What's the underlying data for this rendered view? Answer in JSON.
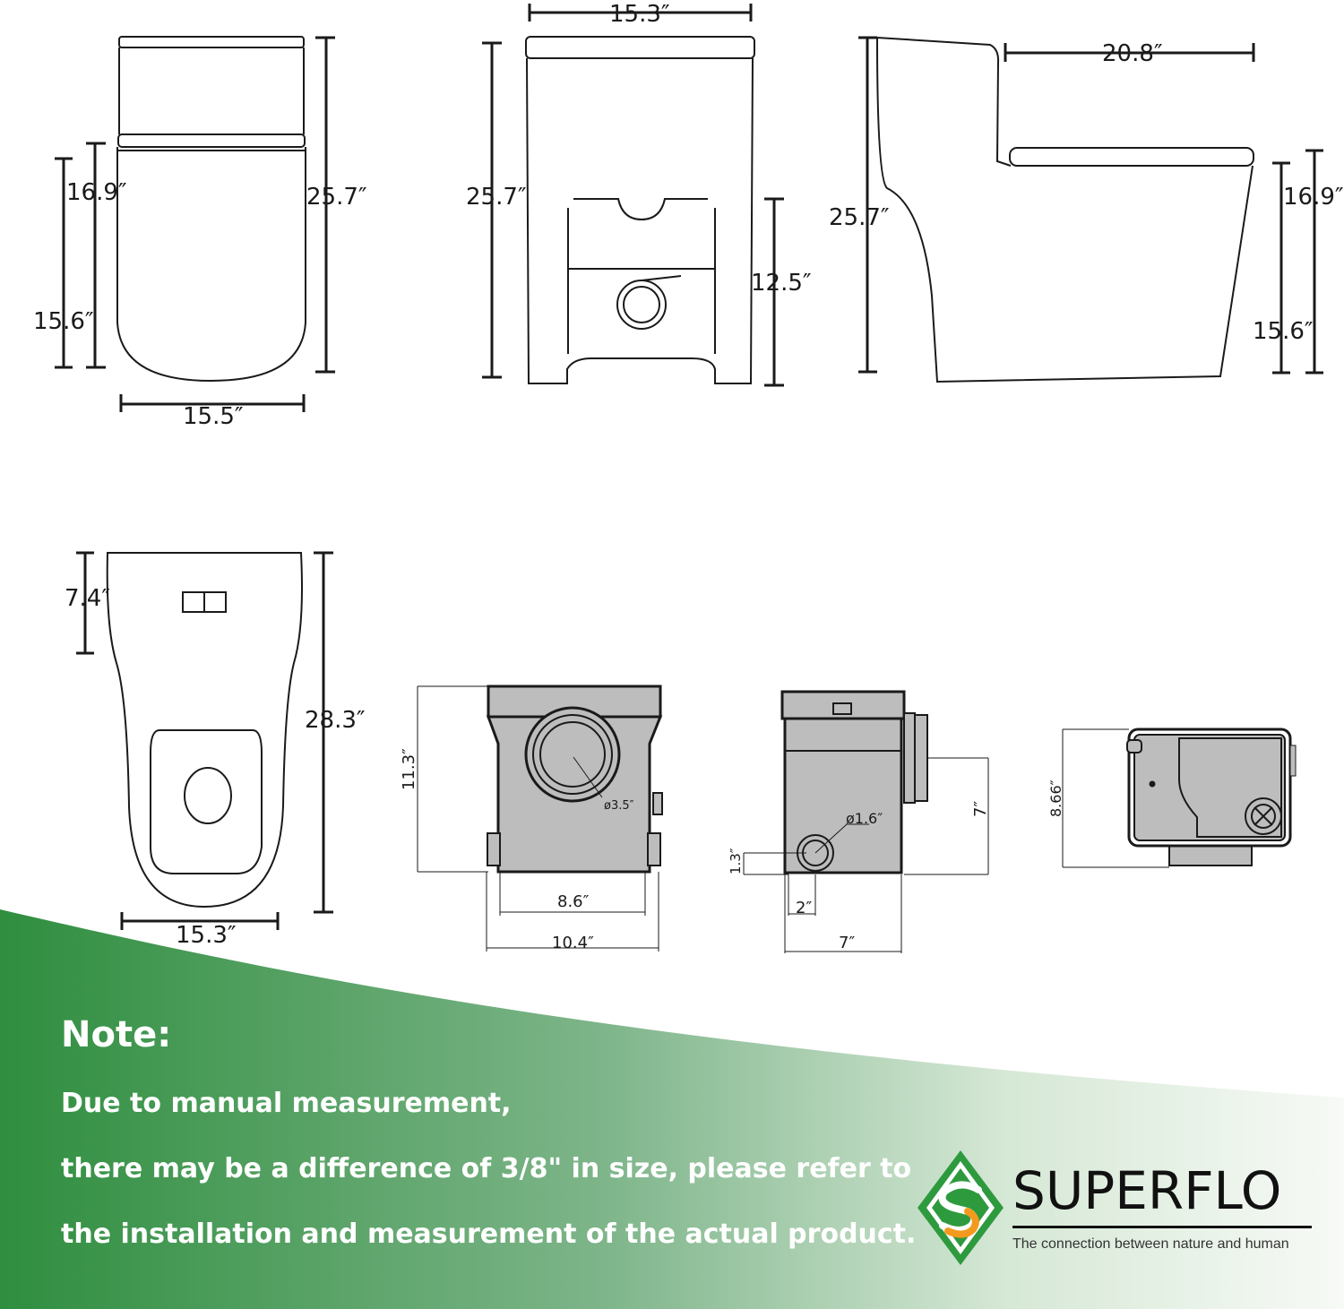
{
  "views": {
    "front": {
      "top_height": "16.9″",
      "bowl_height": "15.6″",
      "total_height": "25.7″",
      "width": "15.5″"
    },
    "rear": {
      "width": "15.3″",
      "total_height": "25.7″",
      "outlet_height": "12.5″"
    },
    "side": {
      "depth": "20.8″",
      "total_height": "25.7″",
      "seat_height": "16.9″",
      "bowl_height": "15.6″"
    },
    "top": {
      "tank_depth": "7.4″",
      "length": "28.3″",
      "width": "15.3″"
    },
    "pump_front": {
      "height": "11.3″",
      "outlet_diameter": "ø3.5″",
      "inner_width": "8.6″",
      "total_width": "10.4″"
    },
    "pump_side": {
      "outlet_diameter": "ø1.6″",
      "outlet_height": "7″",
      "inlet_height": "1.3″",
      "inlet_offset": "2″",
      "depth": "7″"
    },
    "pump_back": {
      "height": "8.66″"
    }
  },
  "note": {
    "title": "Note:",
    "lines": [
      "Due to manual measurement,",
      "there may be a difference of 3/8\" in size, please refer to",
      "the installation and measurement of the actual product."
    ]
  },
  "brand": {
    "name": "SUPERFLO",
    "tagline": "The connection between nature and human"
  },
  "colors": {
    "green_dark": "#2e8b3a",
    "green_light": "#e8f1e6",
    "logo_orange": "#f39a1e"
  }
}
